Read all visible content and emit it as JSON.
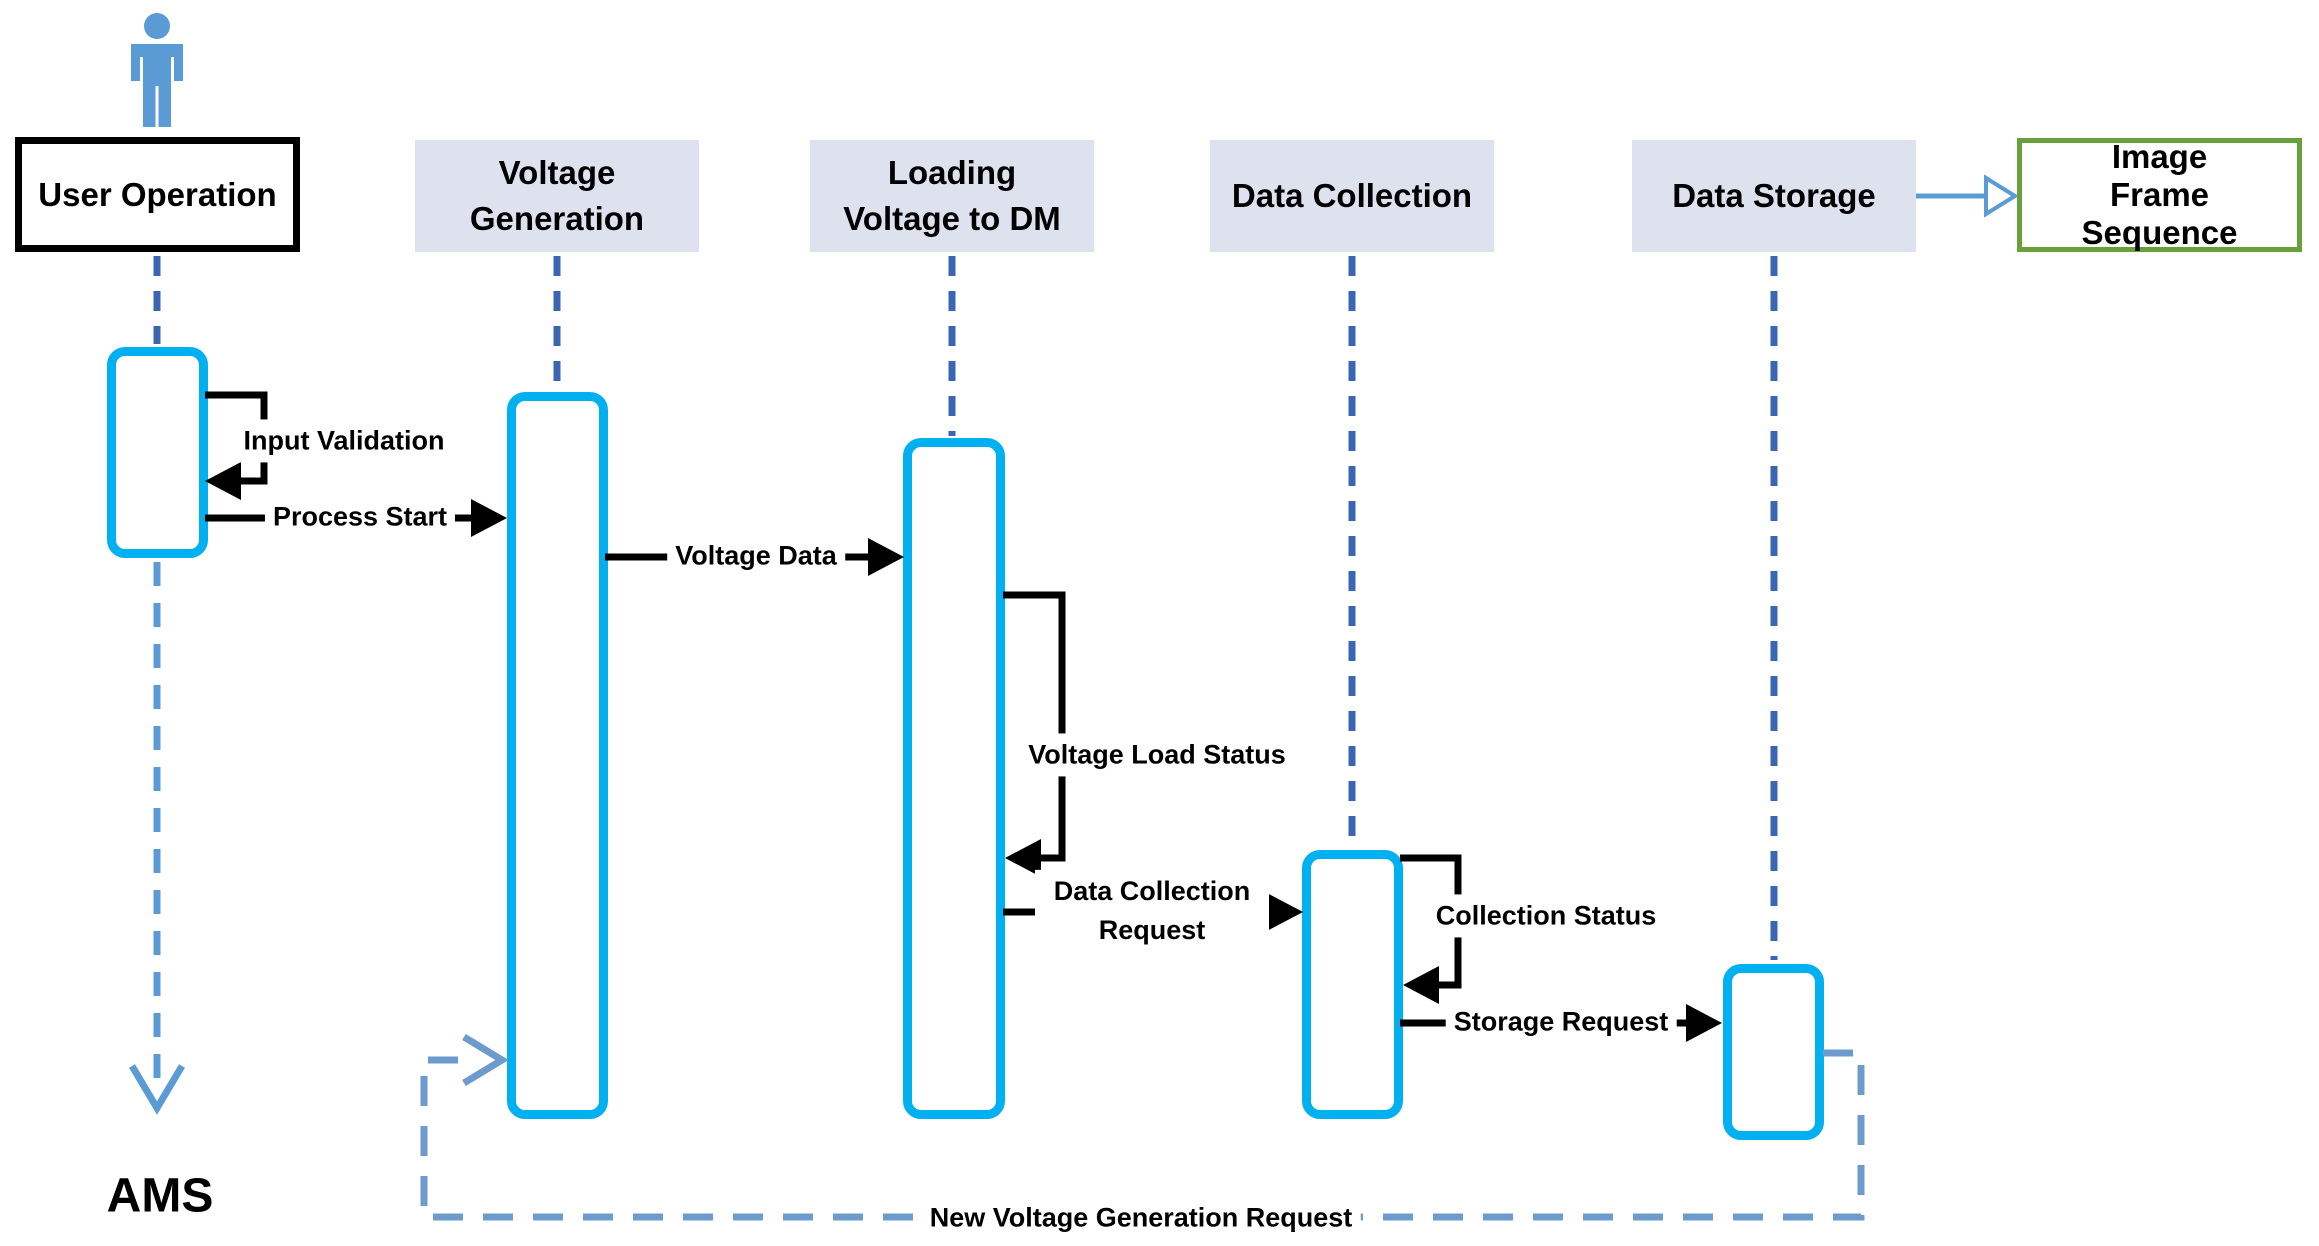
{
  "participants": [
    {
      "id": "user-operation",
      "label": "User Operation",
      "style": "black-border"
    },
    {
      "id": "voltage-generation",
      "label": "Voltage Generation",
      "style": "filled"
    },
    {
      "id": "loading-voltage-to-dm",
      "label": "Loading Voltage to DM",
      "style": "filled"
    },
    {
      "id": "data-collection",
      "label": "Data Collection",
      "style": "filled"
    },
    {
      "id": "data-storage",
      "label": "Data Storage",
      "style": "filled"
    },
    {
      "id": "image-frame-sequence",
      "label": "Image Frame Sequence",
      "style": "green-border"
    }
  ],
  "messages": [
    {
      "label": "Input Validation",
      "from": "User Operation",
      "to": "User Operation",
      "style": "self-loop"
    },
    {
      "label": "Process Start",
      "from": "User Operation",
      "to": "Voltage Generation",
      "style": "solid-arrow"
    },
    {
      "label": "Voltage Data",
      "from": "Voltage Generation",
      "to": "Loading Voltage to DM",
      "style": "solid-arrow"
    },
    {
      "label": "Voltage Load Status",
      "from": "Loading Voltage to DM",
      "to": "Loading Voltage to DM",
      "style": "self-loop"
    },
    {
      "label": "Data Collection Request",
      "from": "Loading Voltage to DM",
      "to": "Data Collection",
      "style": "solid-arrow"
    },
    {
      "label": "Collection Status",
      "from": "Data Collection",
      "to": "Data Collection",
      "style": "self-loop"
    },
    {
      "label": "Storage Request",
      "from": "Data Collection",
      "to": "Data Storage",
      "style": "solid-arrow"
    },
    {
      "label": "New Voltage Generation Request",
      "from": "Data Storage",
      "to": "Voltage Generation",
      "style": "dashed-return"
    },
    {
      "from": "Data Storage",
      "to": "Image Frame Sequence",
      "style": "open-arrow"
    }
  ],
  "annotations": {
    "ams": "AMS"
  },
  "colors": {
    "activation_border": "#00b0f0",
    "lifeline_blue": "#3b66b1",
    "actor_blue": "#5b9bd5",
    "return_path_blue": "#6e9bcd",
    "participant_fill": "#dee2ee",
    "frame_border_green": "#6aa03c",
    "message_black": "#000000"
  }
}
